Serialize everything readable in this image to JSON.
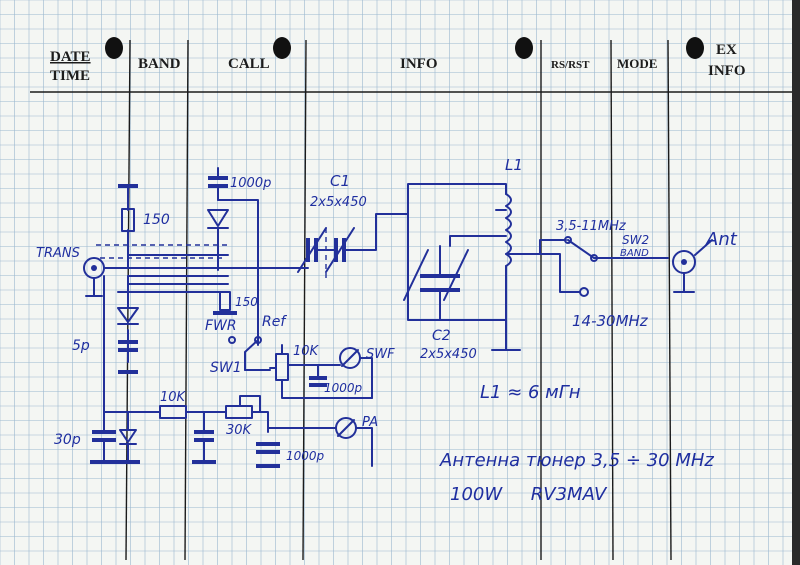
{
  "form_header": {
    "date_time": "DATE TIME",
    "date": "DATE",
    "time": "TIME",
    "band": "BAND",
    "call": "CALL",
    "info": "INFO",
    "rs_rst": "RS/RST",
    "mode": "MODE",
    "ex": "EX",
    "ex_info": "INFO"
  },
  "schematic": {
    "c1_label": "C1",
    "c1_value": "2x5x450",
    "c2_label": "C2",
    "c2_value": "2x5x450",
    "l1_label": "L1",
    "trans_label": "TRANS",
    "ant_label": "Ant",
    "r150_top": "150",
    "r150_fwr": "150",
    "cap_1000p_top": "1000p",
    "fwr_label": "FWR",
    "ref_label": "Ref",
    "c5p": "5p",
    "sw1": "SW1",
    "pot_10k_a": "10K",
    "swf_label": "SWF",
    "cap_1000p_swf": "1000p",
    "r10k_b": "10K",
    "pot_30k": "30K",
    "pa_label": "PA",
    "cap_1000p_pa": "1000p",
    "c30p": "30p",
    "band_35_11": "3,5-11MHz",
    "sw2_label": "SW2",
    "sw2_band": "BAND",
    "band_14_30": "14-30MHz",
    "inductance_note": "L1 ≈ 6 мГн",
    "title_line": "Антенна тюнер  3,5 ÷ 30 MHz",
    "power_callsign": "100W     RV3MAV"
  }
}
